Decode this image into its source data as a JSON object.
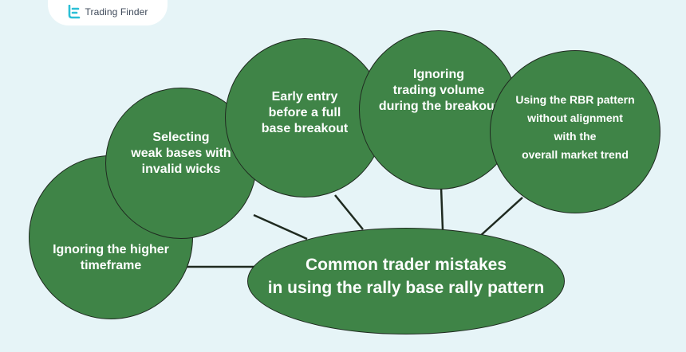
{
  "brand": {
    "name": "Trading Finder",
    "logo_icon": "trading-finder-logo-icon",
    "logo_color": "#2bbfd6"
  },
  "colors": {
    "background": "#e6f4f7",
    "bubble_fill": "#3f8447",
    "bubble_border": "#1f2a20",
    "connector": "#1f2a20",
    "text": "#ffffff"
  },
  "diagram": {
    "center": {
      "label": "Common trader mistakes\nin using the rally base rally pattern"
    },
    "mistakes": [
      {
        "label": "Ignoring the higher\ntimeframe"
      },
      {
        "label": "Selecting\nweak bases with\ninvalid wicks"
      },
      {
        "label": "Early entry\nbefore a full\nbase breakout"
      },
      {
        "label": "Ignoring\ntrading volume\nduring the breakout"
      },
      {
        "label": "Using the RBR pattern\nwithout alignment\nwith the\noverall market trend"
      }
    ]
  }
}
